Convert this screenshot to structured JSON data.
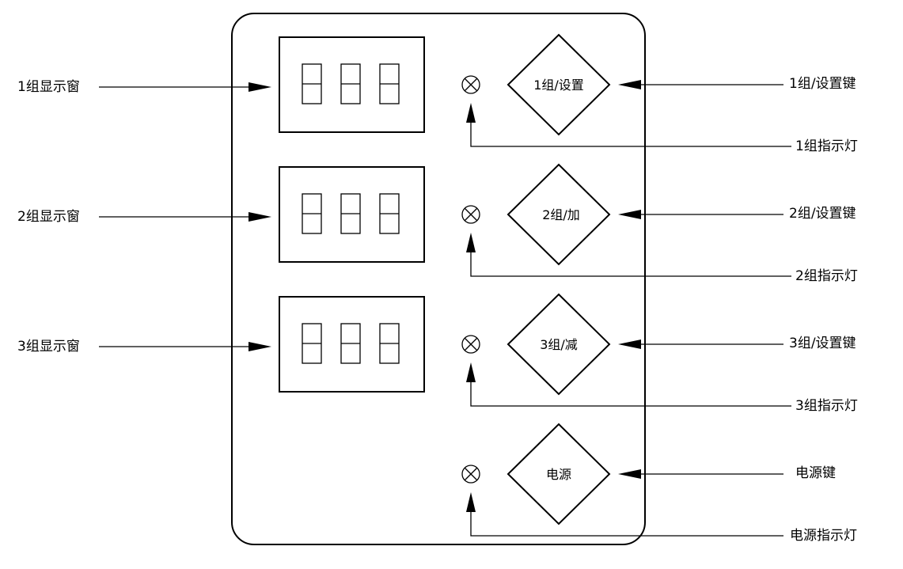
{
  "display_labels": [
    "1组显示窗",
    "2组显示窗",
    "3组显示窗"
  ],
  "buttons": [
    {
      "face_label": "1组/设置",
      "key_label": "1组/设置键",
      "indicator_label": "1组指示灯"
    },
    {
      "face_label": "2组/加",
      "key_label": "2组/设置键",
      "indicator_label": "2组指示灯"
    },
    {
      "face_label": "3组/减",
      "key_label": "3组/设置键",
      "indicator_label": "3组指示灯"
    },
    {
      "face_label": "电源",
      "key_label": "电源键",
      "indicator_label": "电源指示灯"
    }
  ]
}
